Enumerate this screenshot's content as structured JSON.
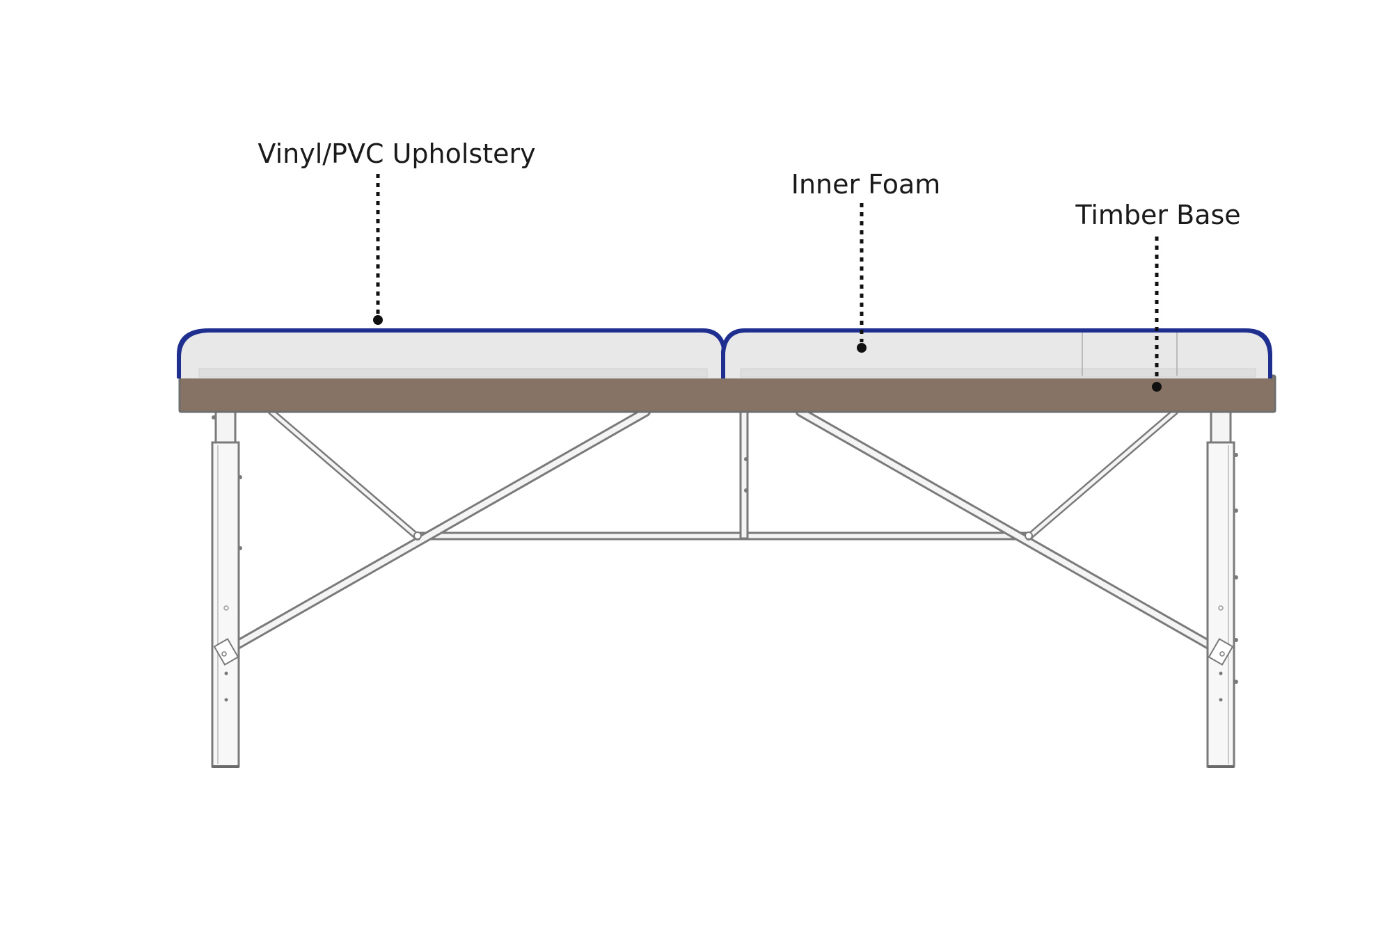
{
  "labels": {
    "upholstery": "Vinyl/PVC Upholstery",
    "foam": "Inner Foam",
    "base": "Timber Base"
  },
  "colors": {
    "upholstery_edge": "#1f2f8f",
    "foam_fill": "#e8e8e8",
    "timber_base": "#867365",
    "frame_stroke": "#7a7a7a",
    "frame_fill": "#f4f4f4",
    "callout": "#111111"
  }
}
